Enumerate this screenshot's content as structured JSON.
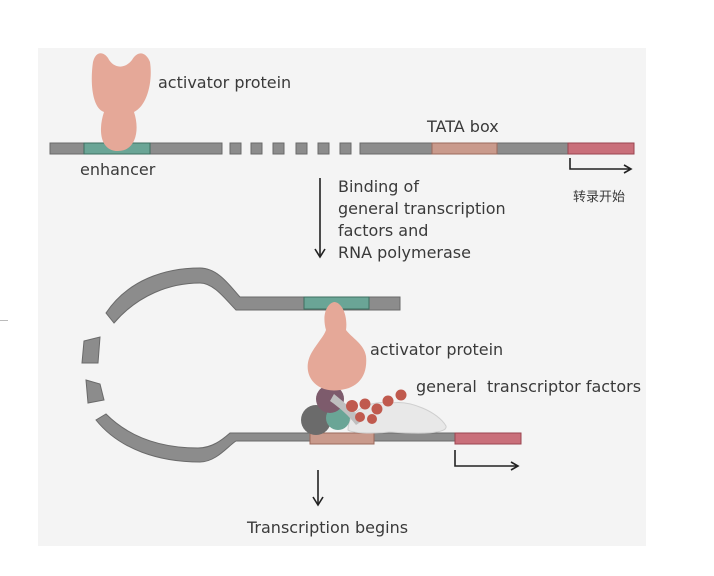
{
  "top": {
    "activator_label": "activator protein",
    "enhancer_label": "enhancer",
    "tata_label": "TATA box",
    "start_label": "转录开始"
  },
  "process": {
    "line1": "Binding of",
    "line2": "general transcription",
    "line3": "factors and",
    "line4": "RNA polymerase"
  },
  "bottom": {
    "activator_label": "activator protein",
    "gtf_label": "general  transcriptor factors",
    "result_label": "Transcription begins"
  },
  "colors": {
    "dna": "#8c8c8c",
    "dna_edge": "#6a6a6a",
    "enhancer": "#6aa596",
    "tata": "#c99a8c",
    "start_region": "#c96f7a",
    "activator": "#e5a898",
    "factor_dark": "#c05a4e",
    "polymerase": "#e8e8e8"
  }
}
